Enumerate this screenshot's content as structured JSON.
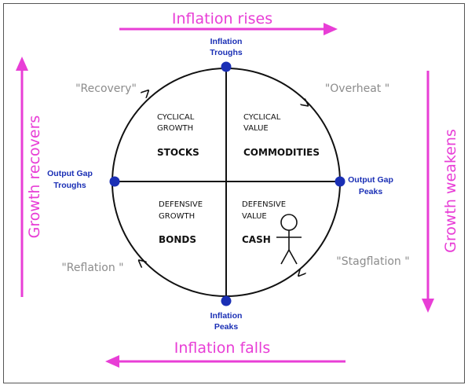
{
  "arrows": {
    "top": "Inflation rises",
    "bottom": "Inflation falls",
    "left": "Growth recovers",
    "right": "Growth weakens"
  },
  "points": {
    "top": [
      "Inflation",
      "Troughs"
    ],
    "bottom": [
      "Inflation",
      "Peaks"
    ],
    "left": [
      "Output Gap",
      "Troughs"
    ],
    "right": [
      "Output Gap",
      "Peaks"
    ]
  },
  "phases": {
    "recovery": "\"Recovery\"",
    "overheat": "\"Overheat \"",
    "reflation": "\"Reflation \"",
    "stagflation": "\"Stagflation \""
  },
  "quadrants": {
    "top_left": {
      "line1": "CYCLICAL",
      "line2": "GROWTH",
      "asset": "STOCKS"
    },
    "top_right": {
      "line1": "CYCLICAL",
      "line2": "VALUE",
      "asset": "COMMODITIES"
    },
    "bottom_left": {
      "line1": "DEFENSIVE",
      "line2": "GROWTH",
      "asset": "BONDS"
    },
    "bottom_right": {
      "line1": "DEFENSIVE",
      "line2": "VALUE",
      "asset": "CASH"
    }
  },
  "colors": {
    "arrow": "#e83ed6",
    "point": "#1a2fb5",
    "phase": "#8c8c8c",
    "line": "#111111"
  }
}
